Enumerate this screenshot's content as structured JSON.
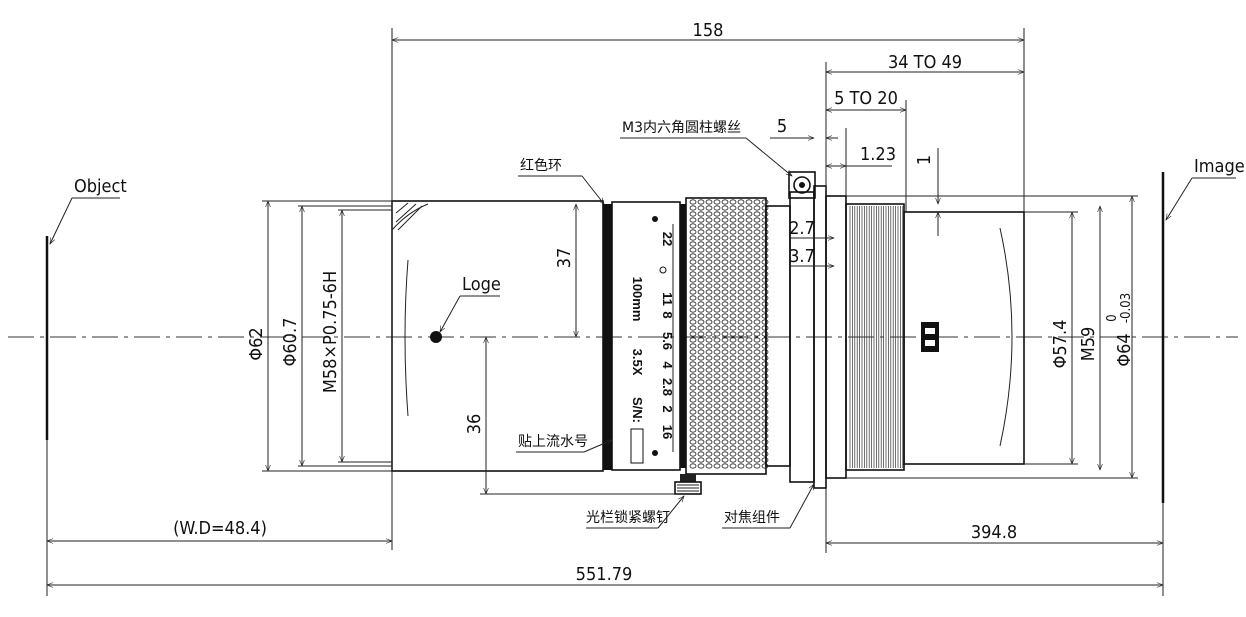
{
  "dimensions": {
    "overall_length": "551.79",
    "lens_length": "158",
    "focus_range": "34 TO 49",
    "adjust_range": "5 TO 20",
    "screw_offset": "5",
    "gap_small": "1.23",
    "gap_one": "1",
    "step_a": "2.7",
    "step_b": "3.7",
    "working_distance": "(W.D=48.4)",
    "image_distance": "394.8",
    "height_upper": "37",
    "height_lower": "36",
    "dia_62": "Φ62",
    "dia_60_7": "Φ60.7",
    "thread_front": "M58×P0.75-6H",
    "dia_57_4": "Φ57.4",
    "thread_rear": "M59",
    "dia_64": "Φ64",
    "tol_upper": "0",
    "tol_lower": "-0.03"
  },
  "labels": {
    "object": "Object",
    "image": "Image",
    "logo": "Loge",
    "red_ring": "红色环",
    "screw": "M3内六角圆柱螺丝",
    "serial_sticker": "贴上流水号",
    "aperture_screw": "光栏锁紧螺钉",
    "focus_assembly": "对焦组件"
  },
  "lens_markings": {
    "focal": "100mm",
    "mag": "3.5X",
    "serial_prefix": "S/N:",
    "fstops": [
      "22",
      "11",
      "8",
      "5.6",
      "4",
      "2.8",
      "2",
      "16"
    ]
  }
}
